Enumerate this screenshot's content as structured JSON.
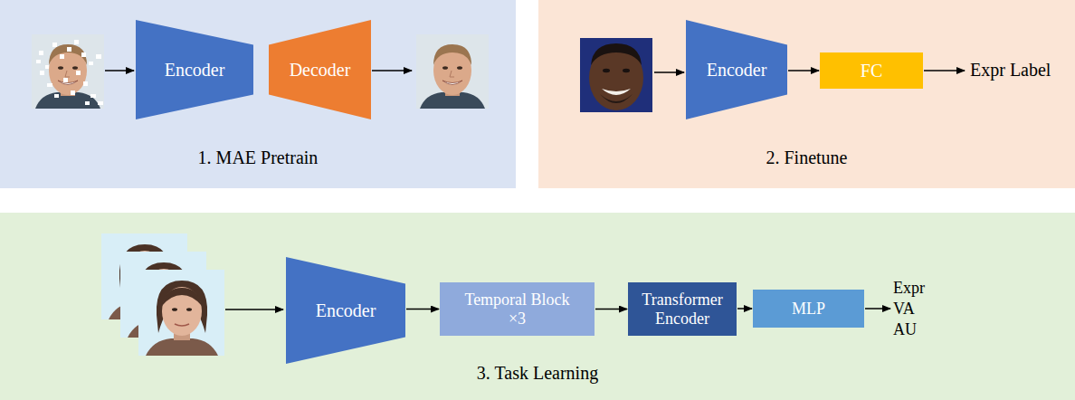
{
  "diagram": {
    "nodes": [
      {
        "text": [
          "1. MAE Pretrain"
        ]
      },
      {
        "text": [
          "Encoder"
        ],
        "in": 0
      },
      {
        "text": [
          "Decoder"
        ],
        "in": 0
      },
      {
        "text": [
          "2. Finetune"
        ]
      },
      {
        "text": [
          "Encoder"
        ],
        "in": 3
      },
      {
        "text": [
          "FC"
        ],
        "in": 3
      },
      {
        "text": [
          "3. Task Learning"
        ]
      },
      {
        "text": [
          "Encoder"
        ],
        "in": 6
      },
      {
        "text": [
          "Temporal Block ×3"
        ],
        "in": 6
      },
      {
        "text": [
          "Transformer Encoder"
        ],
        "in": 6
      },
      {
        "text": [
          "MLP"
        ],
        "in": 6
      }
    ],
    "edges": [
      {
        "from": 4,
        "to": 5,
        "arrow": "to"
      },
      {
        "from": 7,
        "to": 8,
        "arrow": "to"
      },
      {
        "from": 8,
        "to": 9,
        "arrow": "to"
      },
      {
        "from": 9,
        "to": 10,
        "arrow": "to"
      }
    ],
    "labels": [
      "Expr Label",
      "Expr",
      "VA",
      "AU"
    ]
  }
}
